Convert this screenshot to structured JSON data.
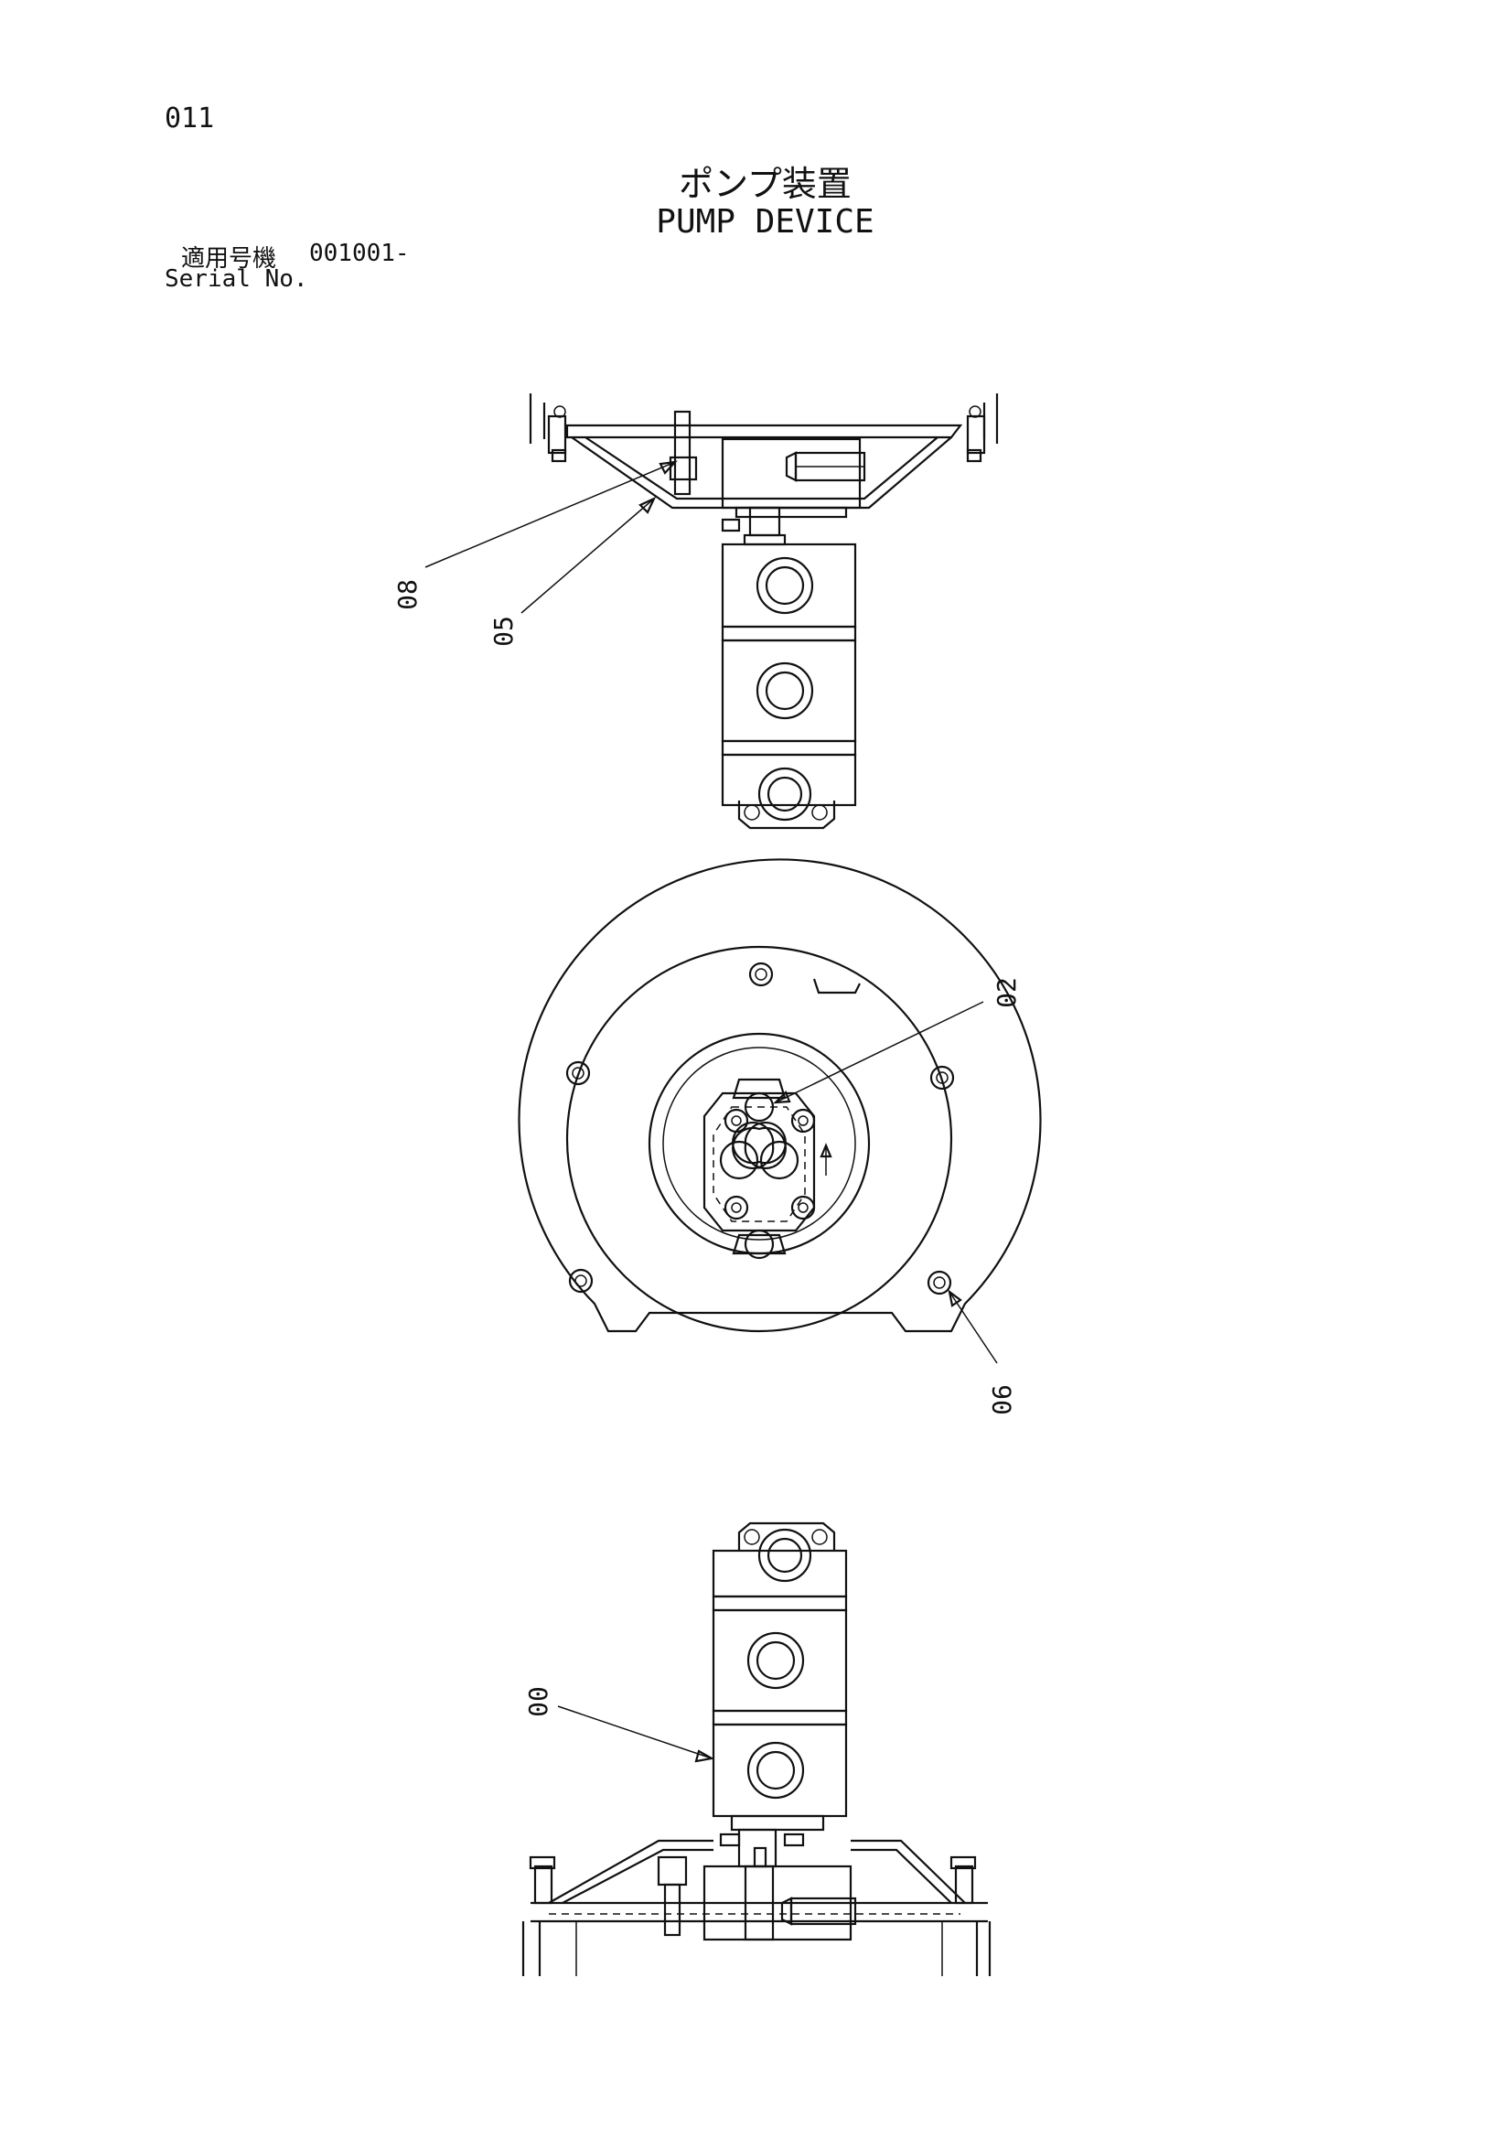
{
  "page": {
    "number": "011"
  },
  "title": {
    "japanese": "ポンプ装置",
    "english": "PUMP DEVICE"
  },
  "serial": {
    "label_jp": "適用号機",
    "value": "001001-",
    "label_en": "Serial No."
  },
  "callouts": {
    "c08": "08",
    "c05": "05",
    "c02": "02",
    "c06": "06",
    "c00": "00"
  }
}
